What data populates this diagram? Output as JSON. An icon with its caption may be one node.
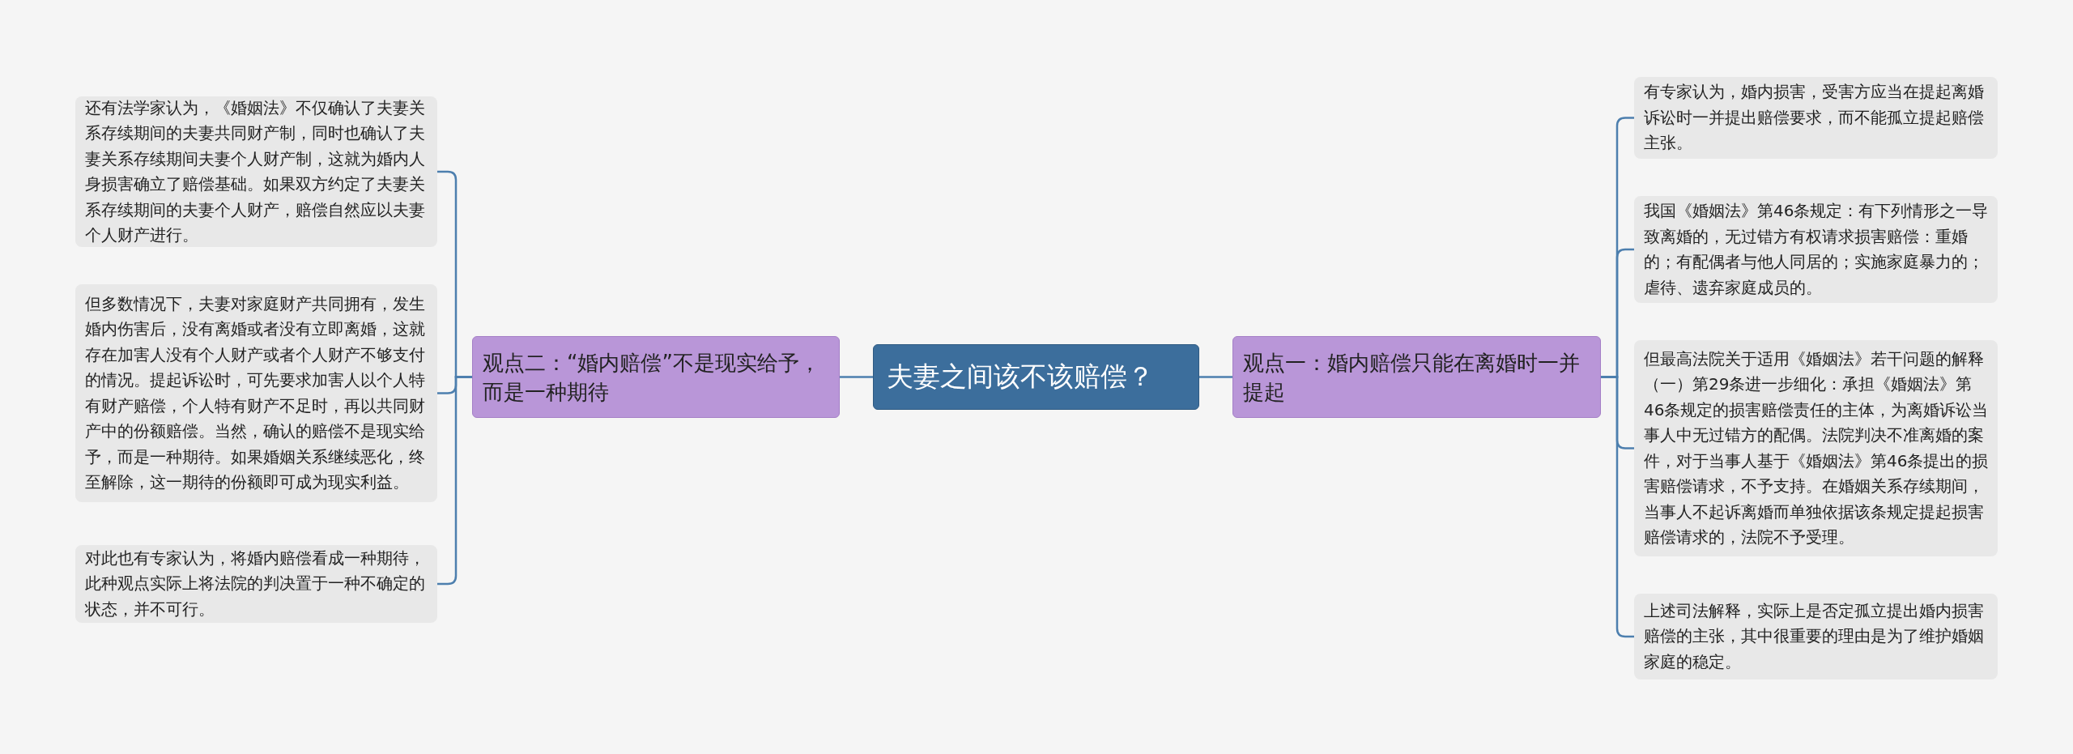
{
  "diagram": {
    "nodes": [
      {
        "text": [
          "夫妻之间该不该赔偿？"
        ]
      },
      {
        "text": [
          "观点二：“婚内赔偿”不是现实给予，而是一种期待"
        ]
      },
      {
        "text": [
          "还有法学家认为，《婚姻法》不仅确认了夫妻关系存续期间的夫妻共同财产制，同时也确认了夫妻关系存续期间夫妻个人财产制，这就为婚内人身损害确立了赔偿基础。如果双方约定了夫妻关系存续期间的夫妻个人财产，赔偿自然应以夫妻个人财产进行。"
        ]
      },
      {
        "text": [
          "但多数情况下，夫妻对家庭财产共同拥有，发生婚内伤害后，没有离婚或者没有立即离婚，这就存在加害人没有个人财产或者个人财产不够支付的情况。提起诉讼时，可先要求加害人以个人特有财产赔偿，个人特有财产不足时，再以共同财产中的份额赔偿。当然，确认的赔偿不是现实给予，而是一种期待。如果婚姻关系继续恶化，终至解除，这一期待的份额即可成为现实利益。"
        ]
      },
      {
        "text": [
          "对此也有专家认为，将婚内赔偿看成一种期待，此种观点实际上将法院的判决置于一种不确定的状态，并不可行。"
        ]
      },
      {
        "text": [
          "观点一：婚内赔偿只能在离婚时一并提起"
        ]
      },
      {
        "text": [
          "有专家认为，婚内损害，受害方应当在提起离婚诉讼时一并提出赔偿要求，而不能孤立提起赔偿主张。"
        ]
      },
      {
        "text": [
          "我国《婚姻法》第46条规定：有下列情形之一导致离婚的，无过错方有权请求损害赔偿：重婚的；有配偶者与他人同居的；实施家庭暴力的；虐待、遗弃家庭成员的。"
        ]
      },
      {
        "text": [
          "但最高法院关于适用《婚姻法》若干问题的解释（一）第29条进一步细化：承担《婚姻法》第46条规定的损害赔偿责任的主体，为离婚诉讼当事人中无过错方的配偶。法院判决不准离婚的案件，对于当事人基于《婚姻法》第46条提出的损害赔偿请求，不予支持。在婚姻关系存续期间，当事人不起诉离婚而单独依据该条规定提起损害赔偿请求的，法院不予受理。"
        ]
      },
      {
        "text": [
          "上述司法解释，实际上是否定孤立提出婚内损害赔偿的主张，其中很重要的理由是为了维护婚姻家庭的稳定。"
        ]
      }
    ],
    "edges": [
      {
        "from": 0,
        "to": 1,
        "arrow": "none"
      },
      {
        "from": 1,
        "to": 2,
        "arrow": "none"
      },
      {
        "from": 1,
        "to": 3,
        "arrow": "none"
      },
      {
        "from": 1,
        "to": 4,
        "arrow": "none"
      },
      {
        "from": 0,
        "to": 5,
        "arrow": "none"
      },
      {
        "from": 5,
        "to": 6,
        "arrow": "none"
      },
      {
        "from": 5,
        "to": 7,
        "arrow": "none"
      },
      {
        "from": 5,
        "to": 8,
        "arrow": "none"
      },
      {
        "from": 5,
        "to": 9,
        "arrow": "none"
      }
    ]
  }
}
